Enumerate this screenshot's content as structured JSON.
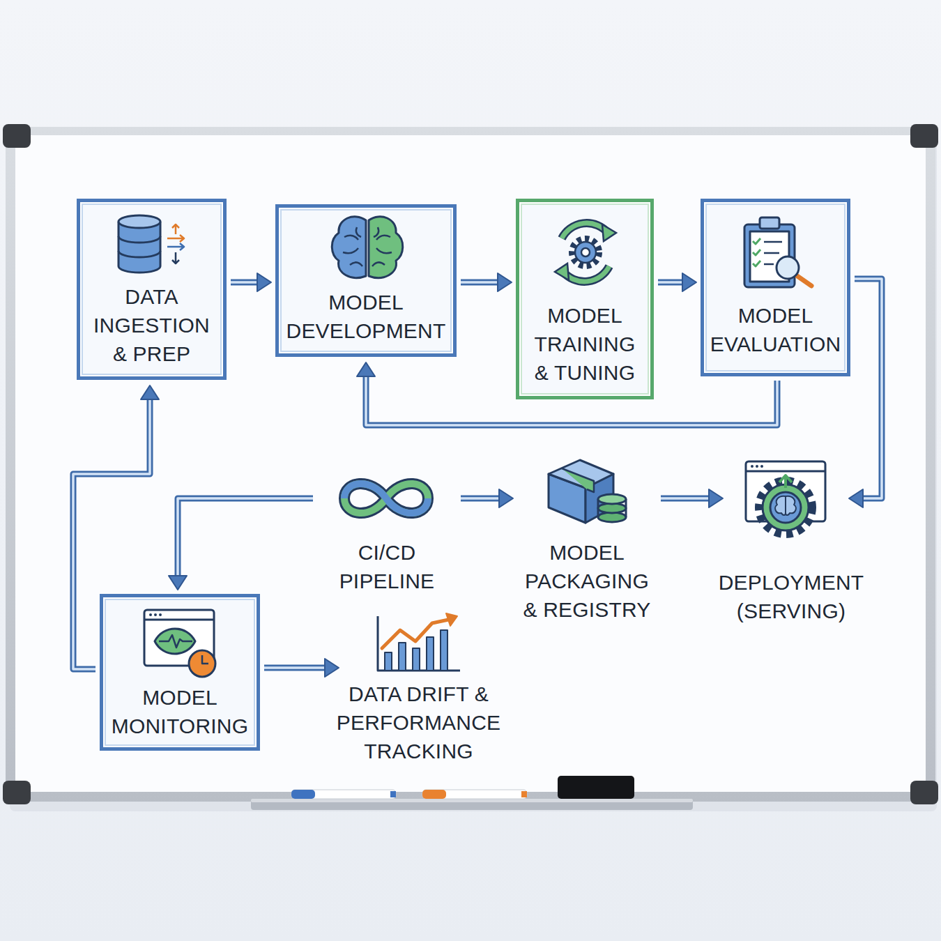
{
  "diagram": {
    "nodes": [
      {
        "text": [
          "DATA INGESTION & PREP"
        ]
      },
      {
        "text": [
          "MODEL DEVELOPMENT"
        ]
      },
      {
        "text": [
          "MODEL TRAINING & TUNING"
        ]
      },
      {
        "text": [
          "MODEL EVALUATION"
        ]
      },
      {
        "text": [
          "CI/CD PIPELINE"
        ]
      },
      {
        "text": [
          "MODEL PACKAGING & REGISTRY"
        ]
      },
      {
        "text": [
          "DEPLOYMENT (SERVING)"
        ]
      },
      {
        "text": [
          "MODEL MONITORING"
        ]
      },
      {
        "text": [
          "DATA DRIFT & PERFORMANCE TRACKING"
        ]
      }
    ],
    "edges": [
      {
        "from": 0,
        "to": 1,
        "arrow": "to"
      },
      {
        "from": 1,
        "to": 2,
        "arrow": "to"
      },
      {
        "from": 2,
        "to": 3,
        "arrow": "to"
      },
      {
        "from": 3,
        "to": 1,
        "arrow": "to"
      },
      {
        "from": 3,
        "to": 6,
        "arrow": "to"
      },
      {
        "from": 4,
        "to": 5,
        "arrow": "to"
      },
      {
        "from": 5,
        "to": 6,
        "arrow": "to"
      },
      {
        "from": 4,
        "to": 7,
        "arrow": "to"
      },
      {
        "from": 7,
        "to": 8,
        "arrow": "to"
      },
      {
        "from": 7,
        "to": 0,
        "arrow": "to"
      }
    ]
  }
}
